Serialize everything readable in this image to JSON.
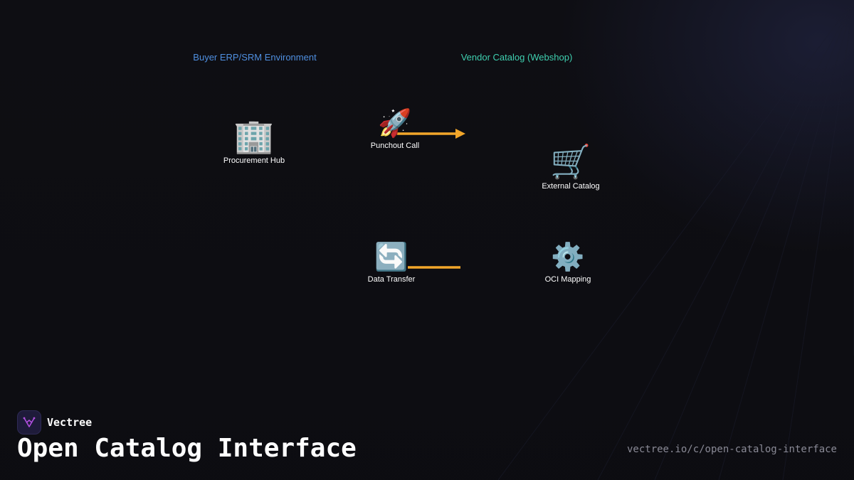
{
  "colors": {
    "background": "#0e0e13",
    "buyer_label": "#4f8fe0",
    "vendor_label": "#3fd0b0",
    "arrow": "#f2a62a",
    "text": "#ffffff",
    "url": "#8a8a96",
    "brand_accent": "#b14fe0"
  },
  "diagram": {
    "groups": {
      "buyer": {
        "label": "Buyer ERP/SRM Environment"
      },
      "vendor": {
        "label": "Vendor Catalog (Webshop)"
      }
    },
    "nodes": {
      "procurement_hub": {
        "label": "Procurement Hub",
        "icon": "office-building-icon",
        "glyph": "🏢"
      },
      "punchout_call": {
        "label": "Punchout Call",
        "icon": "rocket-icon",
        "glyph": "🚀"
      },
      "external_catalog": {
        "label": "External Catalog",
        "icon": "shopping-cart-icon",
        "glyph": "🛒"
      },
      "data_transfer": {
        "label": "Data Transfer",
        "icon": "sync-arrows-icon",
        "glyph": "🔄"
      },
      "oci_mapping": {
        "label": "OCI Mapping",
        "icon": "gear-icon",
        "glyph": "⚙️"
      }
    },
    "edges": [
      {
        "from": "punchout_call",
        "to": "external_catalog",
        "arrowhead": true
      },
      {
        "from": "data_transfer",
        "to": "oci_mapping",
        "arrowhead": false
      }
    ]
  },
  "brand": {
    "name": "Vectree",
    "logo_icon": "vectree-logo-icon"
  },
  "footer": {
    "title": "Open Catalog Interface",
    "url": "vectree.io/c/open-catalog-interface"
  }
}
